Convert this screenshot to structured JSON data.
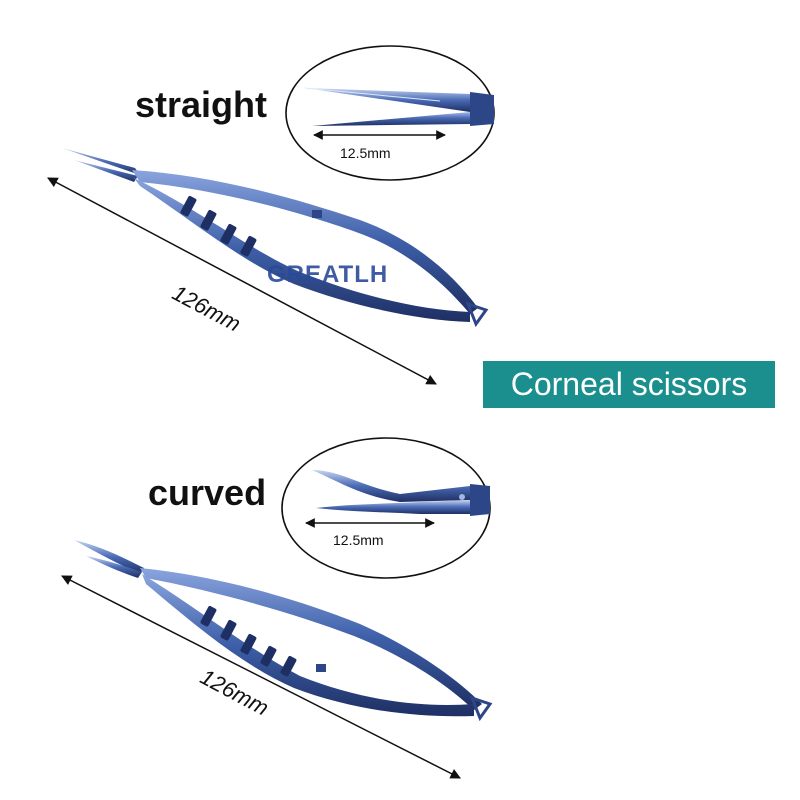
{
  "product_name": "Corneal scissors",
  "brand_watermark": "GREATLH",
  "variants": [
    {
      "label": "straight",
      "blade_length": "12.5mm",
      "total_length": "126mm"
    },
    {
      "label": "curved",
      "blade_length": "12.5mm",
      "total_length": "126mm"
    }
  ],
  "colors": {
    "badge_background": "#1a8f8e",
    "instrument_blue": "#3d5fa8",
    "instrument_dark": "#1e2f63",
    "instrument_light": "#9fb6e6",
    "watermark": "#2a4a9a"
  }
}
